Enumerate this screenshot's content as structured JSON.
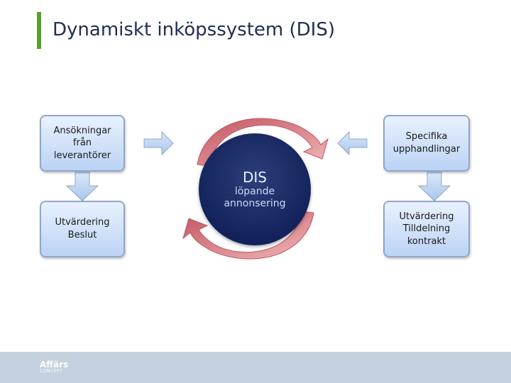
{
  "title": "Dynamiskt inköpssystem (DIS)",
  "boxes": {
    "top_left": "Ansökningar\nfrån\nleverantörer",
    "bottom_left": "Utvärdering\nBeslut",
    "top_right": "Specifika\nupphandlingar",
    "bottom_right": "Utvärdering\nTilldelning\nkontrakt"
  },
  "center": {
    "title": "DIS",
    "line1": "löpande",
    "line2": "annonsering"
  },
  "footer": {
    "logo_line1": "Affärs",
    "logo_line2": "CONCEPT"
  },
  "colors": {
    "accent_green": "#5aa02c",
    "title_text": "#1f2d55",
    "circle_fill": "#13225a",
    "arrow_red": "#d9737a",
    "arrow_blue": "#a9c6ec",
    "footer_bg": "#c5d1de"
  }
}
